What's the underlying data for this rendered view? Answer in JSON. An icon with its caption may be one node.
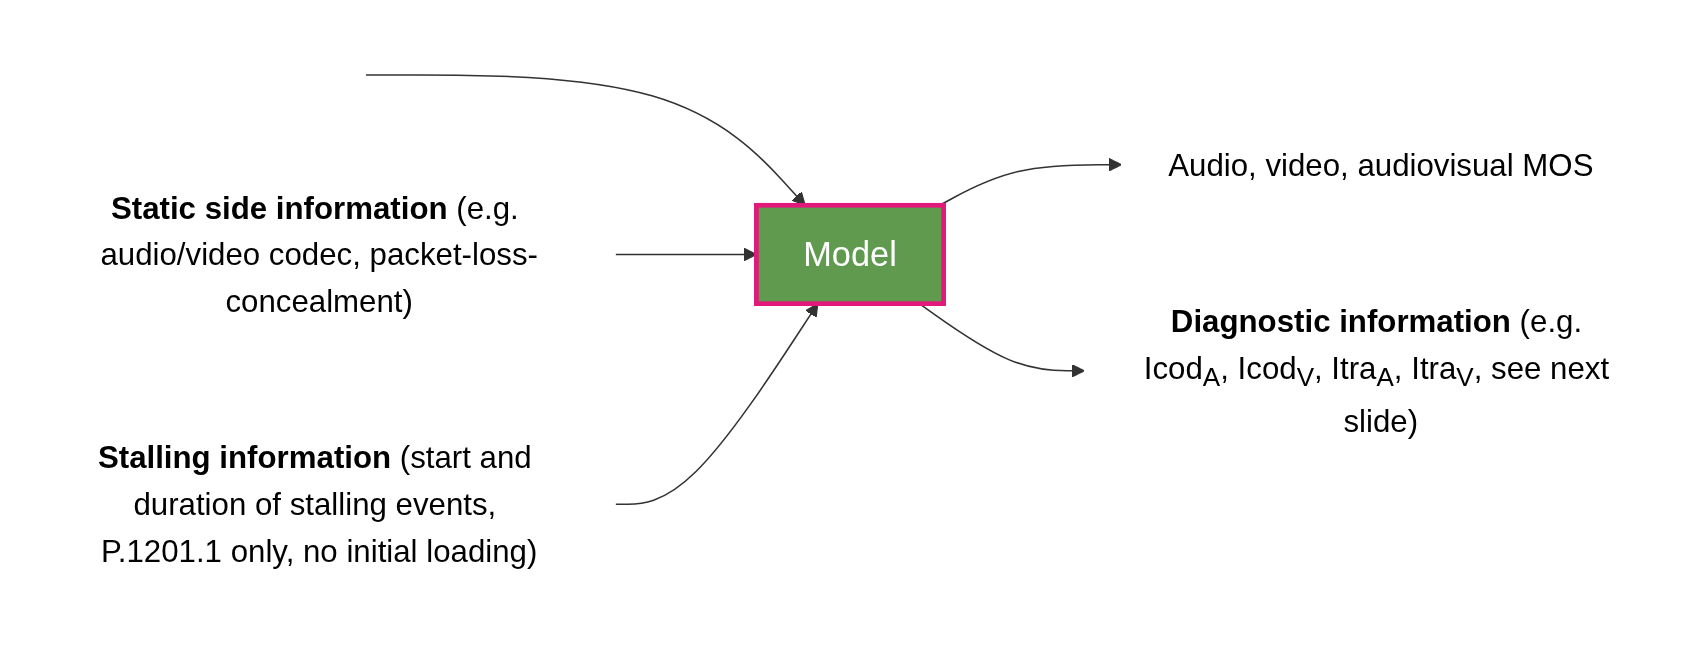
{
  "diagram": {
    "nodes": [
      {
        "text": [
          "Model"
        ]
      },
      {
        "text": [
          "**Static side information** (e.g. audio/video codec, packet-loss-concealment)"
        ]
      },
      {
        "text": [
          "**Stalling information** (start and duration of stalling events, P.1201.1 only, no initial loading)"
        ]
      },
      {
        "text": [
          "Audio, video, audiovisual MOS"
        ]
      },
      {
        "text": [
          "**Diagnostic information** (e.g. Icod$_{A}$, Icod$_{V}$, Itra$_{A}$, Itra$_{V}$, see next slide)"
        ]
      }
    ],
    "edges": [
      {
        "from": null,
        "to": 0,
        "arrow": "to"
      },
      {
        "from": 1,
        "to": 0,
        "arrow": "to"
      },
      {
        "from": 2,
        "to": 0,
        "arrow": "to"
      },
      {
        "from": 0,
        "to": 3,
        "arrow": "to"
      },
      {
        "from": 0,
        "to": 4,
        "arrow": "to"
      }
    ]
  }
}
